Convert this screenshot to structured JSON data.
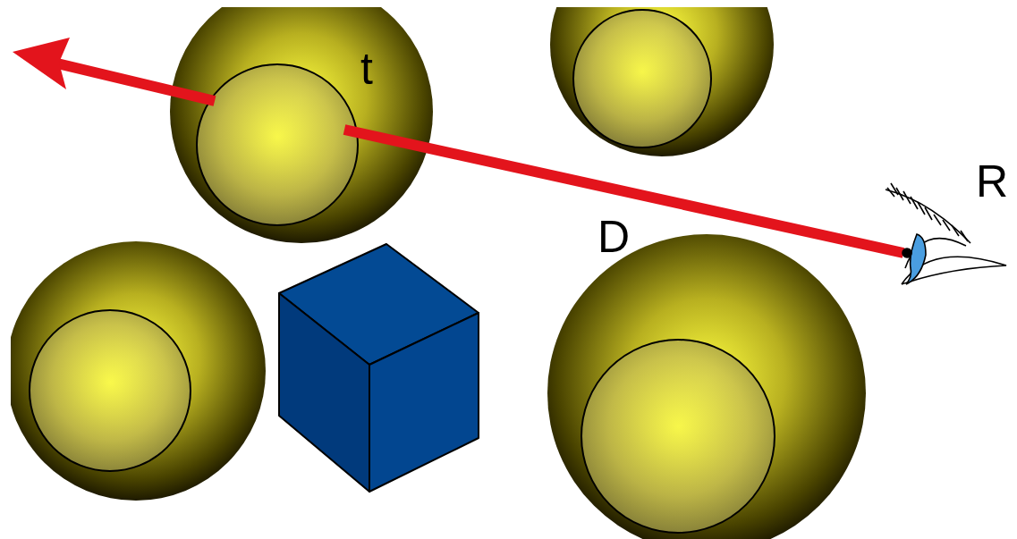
{
  "diagram": {
    "labels": [
      "t",
      "D",
      "R"
    ]
  }
}
